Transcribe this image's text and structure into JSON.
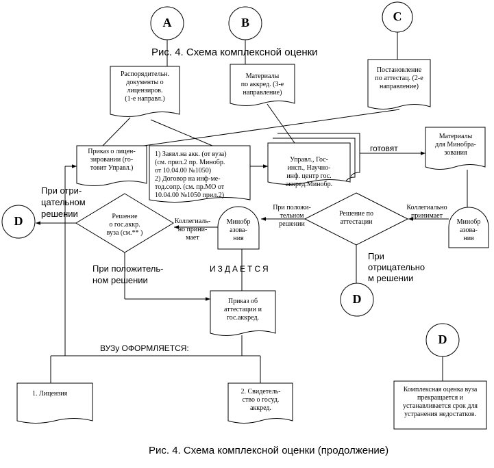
{
  "captions": {
    "top": "Рис. 4. Схема комплексной оценки",
    "bottom": "Рис. 4. Схема комплексной оценки (продолжение)"
  },
  "circles": {
    "a": "A",
    "b": "B",
    "c": "C",
    "d_left": "D",
    "d_mid": "D",
    "d_right": "D"
  },
  "nodes": {
    "orders": "Распорядительн.\nдокументы о\nлицензиров.\n(1-е направл.)",
    "materials": "Материалы\nпо аккред. (3-е\nнаправление)",
    "decree": "Постановление\nпо аттестац. (2-е\nнаправление)",
    "license_order": "Приказ о лицен-\nзировании  (го-\nтовит Управл.)",
    "application": "1) Заявл.на акк. (от вуза)\n(см. прил.2 пр. Минобр.\nот 10.04.00 №1050)\n2) Договор на инф-ме-\nтод.сопр. (см. пр.МО от\n10.04.00 №1050 прил.2)",
    "management": "Управл., Гос-\nинсп., Научно-\nинф. центр гос.\nаккред.Минобр.",
    "minobr_materials": "Материалы\nдля Минобра-\nзования",
    "decision_accreditation": "Решение\nо гос.аккр.\nвуза (см.** )",
    "decision_attestation": "Решение   по\nаттестации",
    "minobr_mid": "Минобр\nазова-\nния",
    "minobr_right": "Минобр\nазова-\nния",
    "attest_order": "Приказ об\nаттестации и\nгос.аккред.",
    "license": "1. Лицензия",
    "certificate": "2. Свидетель-\nство о госуд.\nаккред.",
    "termination": "Комплексная оценка вуза\nпрекращается и\nустанавливается срок для\nустранения недостатков."
  },
  "edges": {
    "prepares": "готовят",
    "collegial_mid": "Коллегиаль-\nно прини-\nмает",
    "collegial_right": "Коллегиально\nпринимает",
    "positive_attest": "При положи-\nтельном\nрешении",
    "negative_left": "При отри-\nцательном\nрешении",
    "negative_mid": "При\nотрицательно\nм решении",
    "positive_decision": "При положитель-\nном решении",
    "issues": "ИЗДАЕТСЯ",
    "university_forms": "ВУЗу ОФОРМЛЯЕТСЯ:"
  }
}
